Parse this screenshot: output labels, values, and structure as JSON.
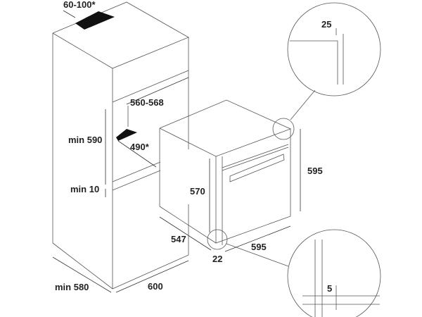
{
  "title": "Built-in oven installation dimensions",
  "labels": {
    "vent_depth": "60-100*",
    "detail_top_gap": "25",
    "niche_width": "560-568",
    "niche_height": "min 590",
    "niche_depth": "490*",
    "oven_height": "595",
    "oven_body_height": "570",
    "bottom_gap": "min 10",
    "oven_depth": "547",
    "oven_width": "595",
    "door_thickness": "22",
    "cabinet_depth": "min 580",
    "cabinet_width": "600",
    "detail_bottom_gap": "5"
  }
}
